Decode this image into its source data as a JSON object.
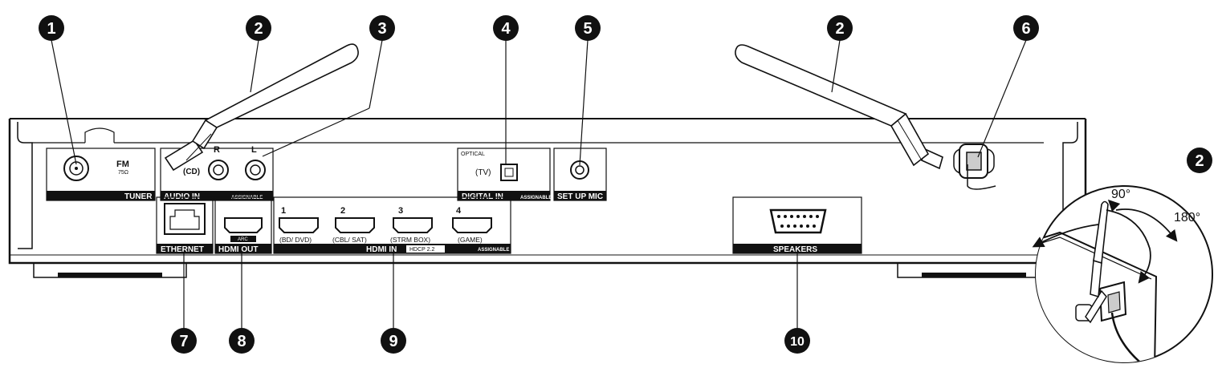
{
  "callouts": [
    "1",
    "2",
    "3",
    "4",
    "5",
    "6",
    "7",
    "8",
    "9",
    "10"
  ],
  "panel": {
    "tuner": {
      "band": "FM",
      "impedance": "75Ω",
      "label": "TUNER"
    },
    "audio_in": {
      "channel_r": "R",
      "channel_l": "L",
      "source": "(CD)",
      "label": "AUDIO IN",
      "tag": "ASSIGNABLE"
    },
    "digital_in": {
      "type": "OPTICAL",
      "source": "(TV)",
      "label": "DIGITAL IN",
      "tag": "ASSIGNABLE"
    },
    "setup_mic": {
      "label": "SET UP MIC"
    },
    "ethernet": {
      "label": "ETHERNET"
    },
    "hdmi_out": {
      "arc": "ARC",
      "label": "HDMI OUT"
    },
    "hdmi_in": {
      "label": "HDMI IN",
      "hdcp": "HDCP 2.2",
      "tag": "ASSIGNABLE",
      "ports": [
        {
          "num": "1",
          "source": "(BD/ DVD)"
        },
        {
          "num": "2",
          "source": "(CBL/ SAT)"
        },
        {
          "num": "3",
          "source": "(STRM BOX)"
        },
        {
          "num": "4",
          "source": "(GAME)"
        }
      ]
    },
    "speakers": {
      "label": "SPEAKERS"
    }
  },
  "inset": {
    "callout": "2",
    "angle_a": "90°",
    "angle_b": "180°"
  }
}
